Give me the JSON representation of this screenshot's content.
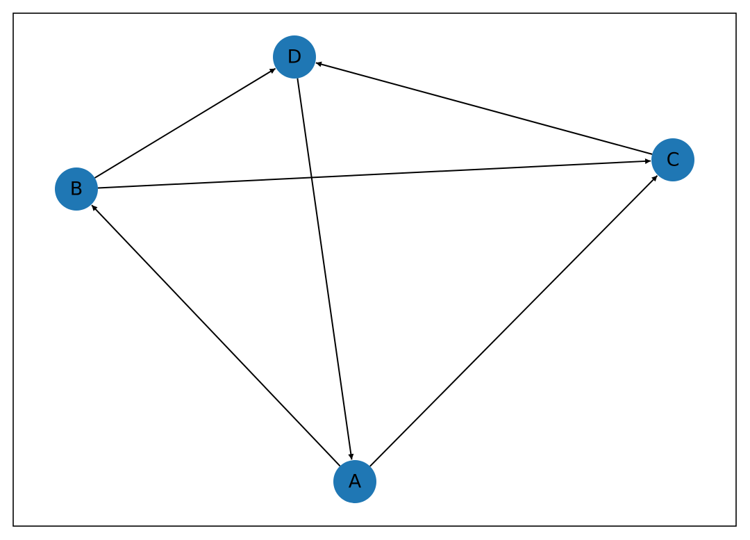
{
  "graph": {
    "node_color": "#1f77b4",
    "edge_color": "#000000",
    "frame_color": "#000000",
    "nodes": [
      {
        "id": "A",
        "label": "A"
      },
      {
        "id": "B",
        "label": "B"
      },
      {
        "id": "C",
        "label": "C"
      },
      {
        "id": "D",
        "label": "D"
      }
    ],
    "edges": [
      {
        "from": "A",
        "to": "B"
      },
      {
        "from": "A",
        "to": "C"
      },
      {
        "from": "B",
        "to": "C"
      },
      {
        "from": "B",
        "to": "D"
      },
      {
        "from": "C",
        "to": "D"
      },
      {
        "from": "D",
        "to": "A"
      }
    ]
  }
}
